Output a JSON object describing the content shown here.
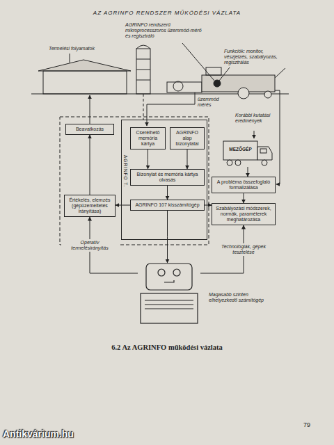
{
  "diagram": {
    "title": "AZ AGRINFO RENDSZER MŰKÖDÉSI VÁZLATA",
    "caption": "6.2 Az AGRINFO működési vázlata",
    "nodes": [
      {
        "text": [
          "Beavatkozás"
        ]
      },
      {
        "text": [
          "AGRINFO T."
        ]
      },
      {
        "text": [
          "Cserélhető memória kártya"
        ],
        "in": 1
      },
      {
        "text": [
          "AGRINFO alap bizonylatai"
        ],
        "in": 1
      },
      {
        "text": [
          "Bizonylat és memória kártya olvasás"
        ],
        "in": 1
      },
      {
        "text": [
          "AGRINFO 107 kisszámítógép"
        ],
        "in": 1
      },
      {
        "text": [
          "Értékelés, elemzés (gépüzemeltetés irányítása)"
        ]
      },
      {
        "text": [
          "MEZŐGÉP"
        ]
      },
      {
        "text": [
          "A probléma összefoglaló formalizálása"
        ]
      },
      {
        "text": [
          "Szabályozási módszerek, normák, paraméterek meghatározása"
        ]
      },
      {
        "text": [
          "Magasabb szinten elhelyezkedő számítógép"
        ]
      }
    ],
    "edges": [
      {
        "from": 2,
        "to": 4,
        "arrow": "to"
      },
      {
        "from": 3,
        "to": 4,
        "arrow": "to"
      },
      {
        "from": 4,
        "to": 5,
        "arrow": "to"
      },
      {
        "from": 5,
        "to": 6,
        "arrow": "to"
      },
      {
        "from": 6,
        "to": 0,
        "arrow": "to"
      },
      {
        "from": 5,
        "to": 9,
        "arrow": "to"
      },
      {
        "from": 5,
        "to": 10,
        "arrow": "to"
      },
      {
        "from": 7,
        "to": 8,
        "arrow": "to"
      },
      {
        "from": 8,
        "to": 9,
        "arrow": "to"
      },
      {
        "from": 10,
        "to": 6,
        "label": "Operatív termelésirányítás",
        "arrow": "to"
      },
      {
        "from": 10,
        "to": 9,
        "label": "Technológiák, gépek tesztelése",
        "arrow": "to"
      }
    ],
    "labels": [
      "Termelési folyamatok",
      "AGRINFO rendszerű mikroprocesszoros üzemmód-mérő és regisztráló",
      "Funkciók: monitor, vészjelzés, szabályozás, regisztrálás",
      "üzemmód mérés",
      "Korábbi kutatási eredmények",
      "79",
      "Antikvárium.hu"
    ]
  }
}
